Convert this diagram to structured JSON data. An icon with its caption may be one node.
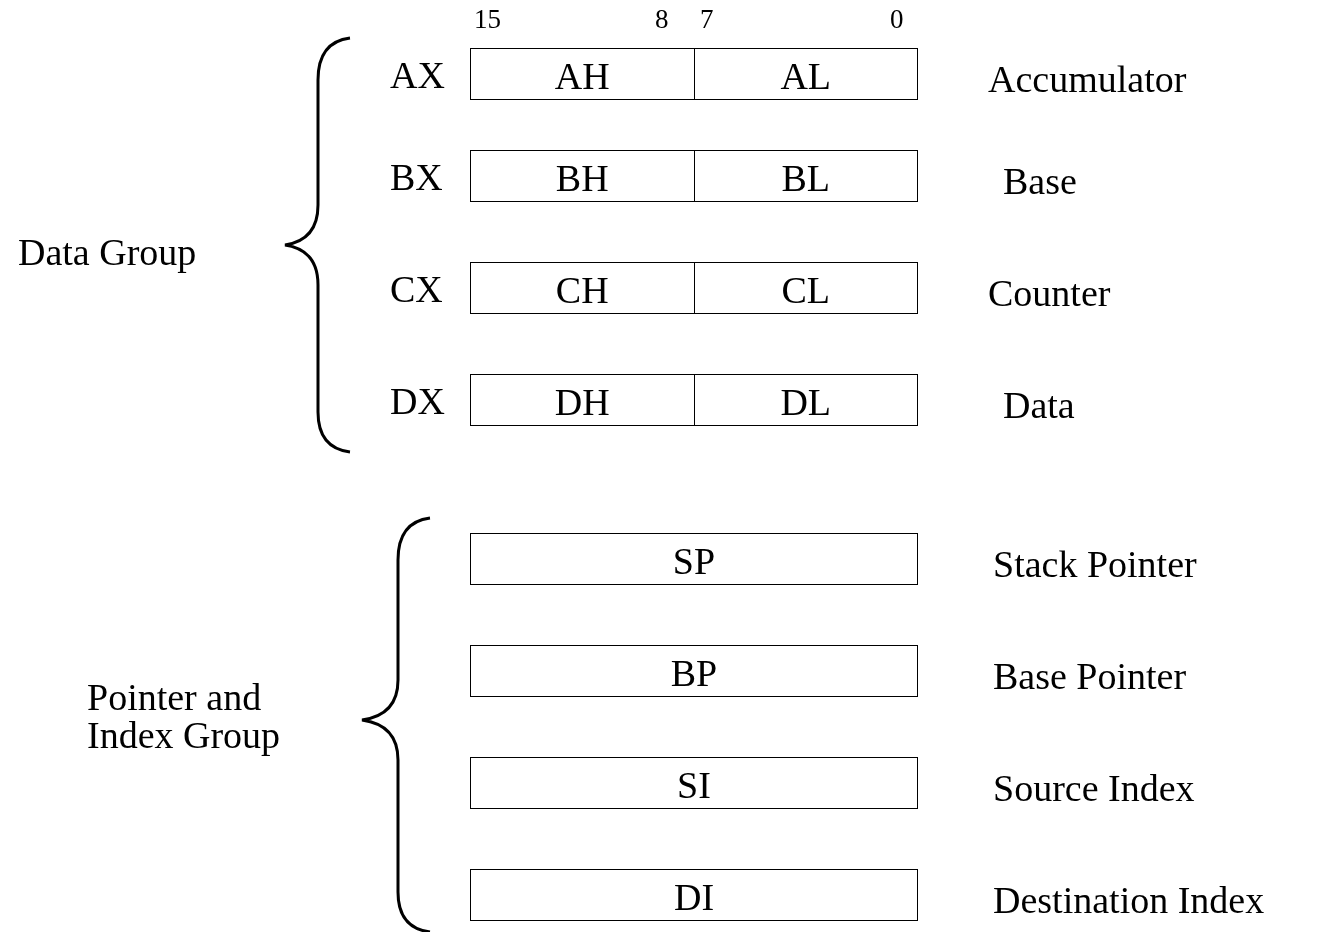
{
  "diagram": {
    "nodes": [
      {
        "text": [],
        "shape": "box",
        "beside": [
          "AX",
          "Accumulator"
        ]
      },
      {
        "text": [
          "AH"
        ],
        "in": 0
      },
      {
        "text": [
          "AL"
        ],
        "in": 0
      },
      {
        "text": [],
        "shape": "box",
        "beside": [
          "BX",
          "Base"
        ]
      },
      {
        "text": [
          "BH"
        ],
        "in": 3
      },
      {
        "text": [
          "BL"
        ],
        "in": 3
      },
      {
        "text": [],
        "shape": "box",
        "beside": [
          "CX",
          "Counter"
        ]
      },
      {
        "text": [
          "CH"
        ],
        "in": 6
      },
      {
        "text": [
          "CL"
        ],
        "in": 6
      },
      {
        "text": [],
        "shape": "box",
        "beside": [
          "DX",
          "Data"
        ]
      },
      {
        "text": [
          "DH"
        ],
        "in": 9
      },
      {
        "text": [
          "DL"
        ],
        "in": 9
      },
      {
        "text": [
          "SP"
        ],
        "beside": [
          "Stack Pointer"
        ]
      },
      {
        "text": [
          "BP"
        ],
        "beside": [
          "Base Pointer"
        ]
      },
      {
        "text": [
          "SI"
        ],
        "beside": [
          "Source Index"
        ]
      },
      {
        "text": [
          "DI"
        ],
        "beside": [
          "Destination Index"
        ]
      }
    ],
    "labels": [
      "15",
      "8",
      "7",
      "0",
      "Data Group",
      "Pointer and Index Group"
    ]
  }
}
